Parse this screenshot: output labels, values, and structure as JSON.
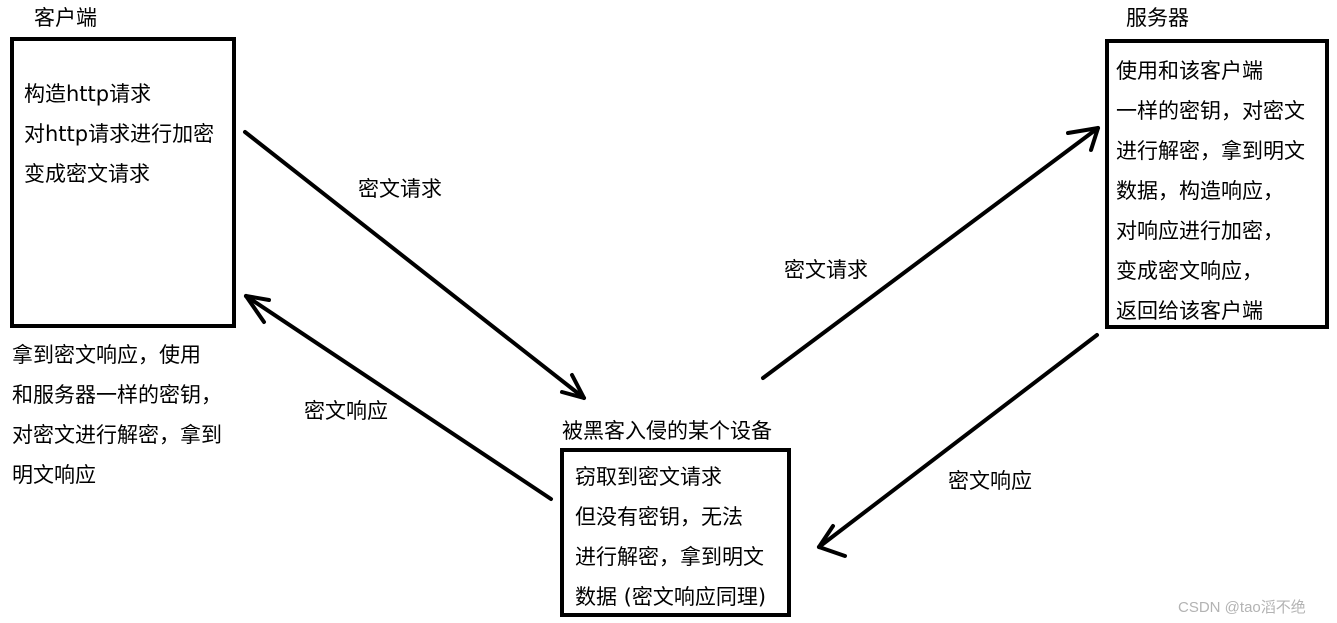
{
  "client": {
    "title": "客户端",
    "box_lines": [
      "构造http请求",
      "对http请求进行加密",
      "变成密文请求"
    ],
    "note_lines": [
      "拿到密文响应，使用",
      "和服务器一样的密钥，",
      "对密文进行解密，拿到",
      "明文响应"
    ]
  },
  "server": {
    "title": "服务器",
    "box_lines": [
      "使用和该客户端",
      "一样的密钥，对密文",
      "进行解密，拿到明文",
      "数据，构造响应，",
      "对响应进行加密，",
      "变成密文响应，",
      "返回给该客户端"
    ]
  },
  "hacker": {
    "title": "被黑客入侵的某个设备",
    "box_lines": [
      "窃取到密文请求",
      "但没有密钥，无法",
      "进行解密，拿到明文",
      "数据 (密文响应同理)"
    ]
  },
  "edges": {
    "client_to_hacker": "密文请求",
    "hacker_to_client": "密文响应",
    "hacker_to_server": "密文请求",
    "server_to_hacker": "密文响应"
  },
  "watermark": "CSDN @tao滔不绝"
}
